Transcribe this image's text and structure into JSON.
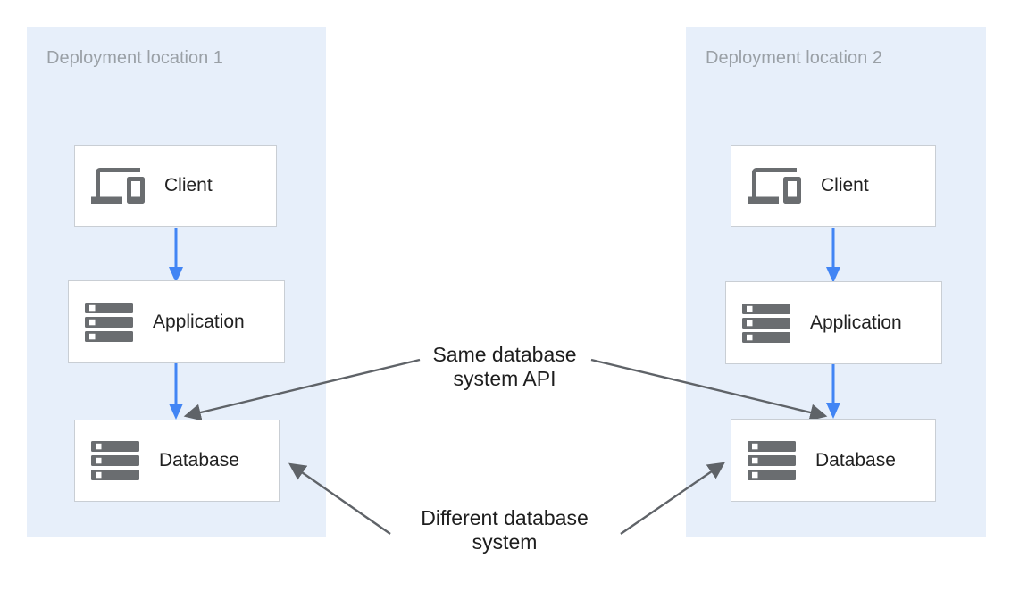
{
  "panels": [
    {
      "label": "Deployment location 1",
      "nodes": [
        {
          "icon": "devices",
          "label": "Client"
        },
        {
          "icon": "server-stack",
          "label": "Application"
        },
        {
          "icon": "server-stack",
          "label": "Database"
        }
      ],
      "flow_edges": [
        [
          "Client",
          "Application"
        ],
        [
          "Application",
          "Database"
        ]
      ]
    },
    {
      "label": "Deployment location 2",
      "nodes": [
        {
          "icon": "devices",
          "label": "Client"
        },
        {
          "icon": "server-stack",
          "label": "Application"
        },
        {
          "icon": "server-stack",
          "label": "Database"
        }
      ],
      "flow_edges": [
        [
          "Client",
          "Application"
        ],
        [
          "Application",
          "Database"
        ]
      ]
    }
  ],
  "annotations": [
    {
      "lines": [
        "Same database",
        "system API"
      ],
      "points_to": [
        "panel-1-database",
        "panel-2-database"
      ]
    },
    {
      "lines": [
        "Different database",
        "system"
      ],
      "points_to": [
        "panel-1-database",
        "panel-2-database"
      ]
    }
  ],
  "colors": {
    "panel_bg": "#E7EFFA",
    "panel_label": "#9AA0A6",
    "node_border": "#C9CED4",
    "node_bg": "#FFFFFF",
    "node_label": "#212121",
    "icon_color": "#6A6D70",
    "flow_arrow": "#4285F4",
    "annotation_arrow": "#5F6368",
    "annotation_text": "#1E1E1E",
    "canvas_bg": "#FFFFFF"
  }
}
